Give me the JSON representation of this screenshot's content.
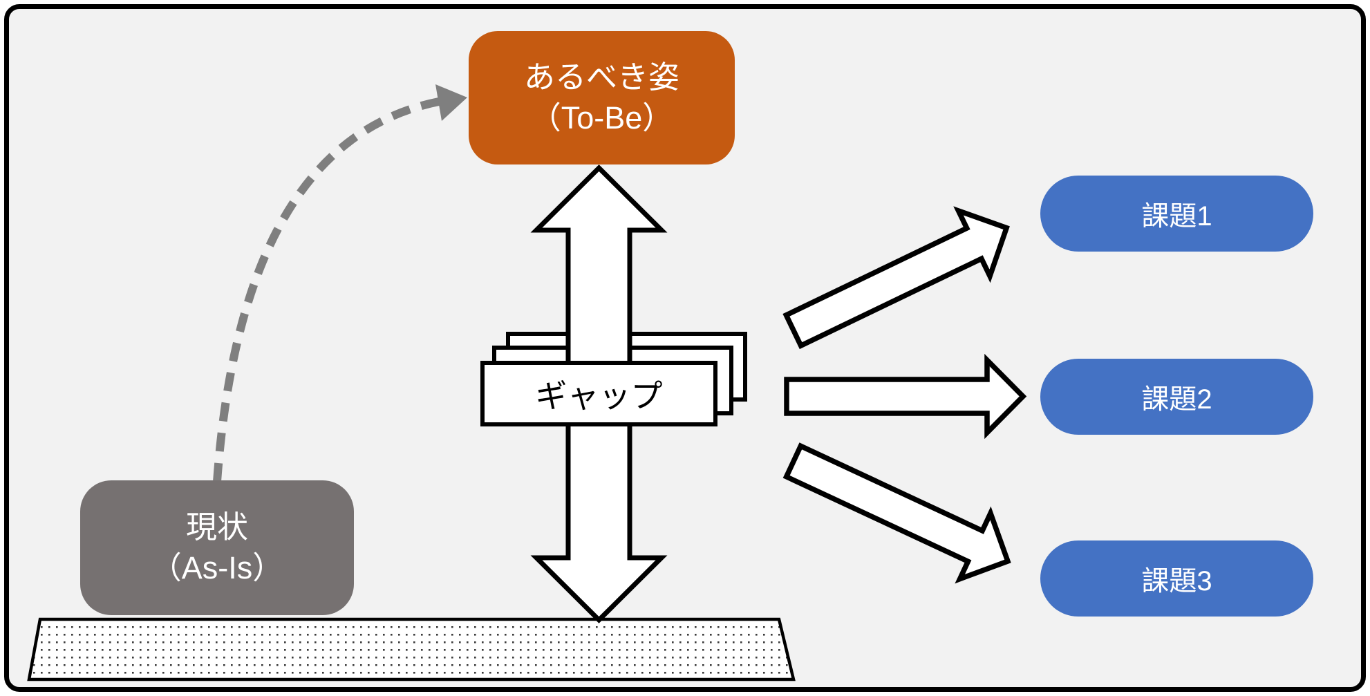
{
  "tobe": {
    "line1": "あるべき姿",
    "line2": "（To-Be）"
  },
  "asis": {
    "line1": "現状",
    "line2": "（As-Is）"
  },
  "gap": {
    "label": "ギャップ"
  },
  "issues": [
    {
      "label": "課題1"
    },
    {
      "label": "課題2"
    },
    {
      "label": "課題3"
    }
  ],
  "colors": {
    "background": "#F2F2F2",
    "frame_border": "#000000",
    "tobe_fill": "#C55A11",
    "asis_fill": "#767171",
    "issue_fill": "#4472C4",
    "block_arrow_fill": "#FFFFFF",
    "block_arrow_outline": "#000000",
    "dashed_arrow": "#7F7F7F",
    "gap_box_fill": "#FFFFFF",
    "text_on_color": "#FFFFFF",
    "text_dark": "#000000"
  },
  "shapes": {
    "dashed_arc_arrow": "curved dashed arrow from As-Is up to To-Be",
    "double_arrow": "vertical two-headed gap arrow",
    "issue_arrows": [
      "arrow to issue 1",
      "arrow to issue 2",
      "arrow to issue 3"
    ],
    "ground": "dotted ground platform"
  }
}
